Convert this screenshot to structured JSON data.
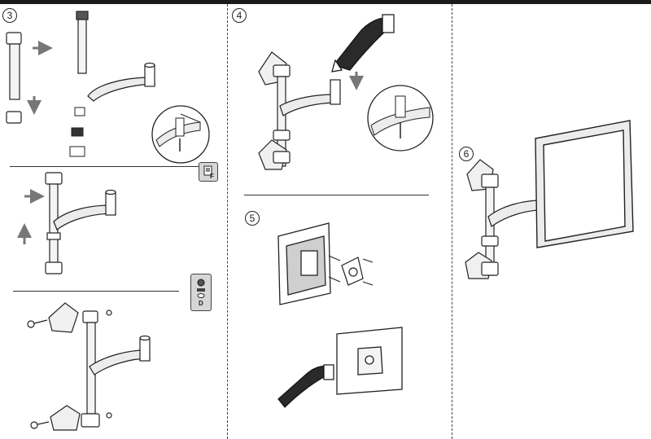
{
  "steps": {
    "three": "3",
    "four": "4",
    "five": "5",
    "six": "6"
  },
  "badges": {
    "f": "F",
    "d": "D"
  },
  "colors": {
    "line": "#222222",
    "arm_fill": "#ececec",
    "dark_arm": "#2a2a2a",
    "badge_bg": "#d6d6d6"
  },
  "icons": {
    "arrow": "arrow-icon",
    "magnifier": "magnifier-circle-icon",
    "screw": "screw-icon"
  }
}
